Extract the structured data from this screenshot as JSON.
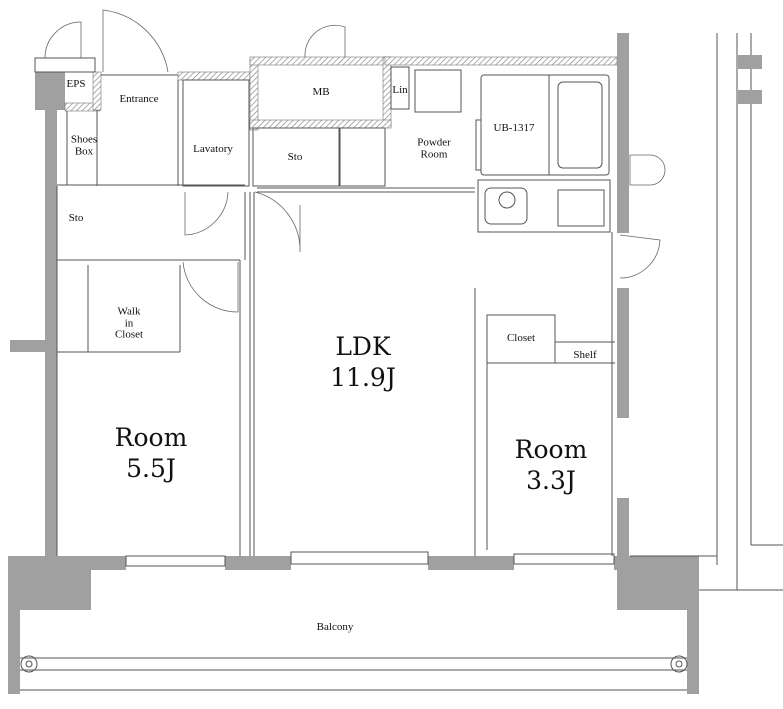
{
  "floor_plan": {
    "title": "Apartment floor plan",
    "colors": {
      "structural_wall": "#a0a0a0",
      "line": "#555555",
      "hatch": "#8a8a8a",
      "background": "#ffffff"
    },
    "rooms": {
      "eps": {
        "label": "EPS"
      },
      "entrance": {
        "label": "Entrance"
      },
      "shoes_box": {
        "line1": "Shoes",
        "line2": "Box"
      },
      "lavatory": {
        "label": "Lavatory"
      },
      "mb": {
        "label": "MB"
      },
      "sto_center": {
        "label": "Sto"
      },
      "lin": {
        "label": "Lin"
      },
      "powder_room": {
        "line1": "Powder",
        "line2": "Room"
      },
      "unit_bath": {
        "label": "UB-1317"
      },
      "sto_left": {
        "label": "Sto"
      },
      "walk_in_closet": {
        "line1": "Walk",
        "line2": "in",
        "line3": "Closet"
      },
      "ldk": {
        "name": "LDK",
        "size": "11.9J"
      },
      "room_west": {
        "name": "Room",
        "size": "5.5J"
      },
      "room_east": {
        "name": "Room",
        "size": "3.3J"
      },
      "closet": {
        "label": "Closet"
      },
      "shelf": {
        "label": "Shelf"
      },
      "balcony": {
        "label": "Balcony"
      }
    }
  }
}
